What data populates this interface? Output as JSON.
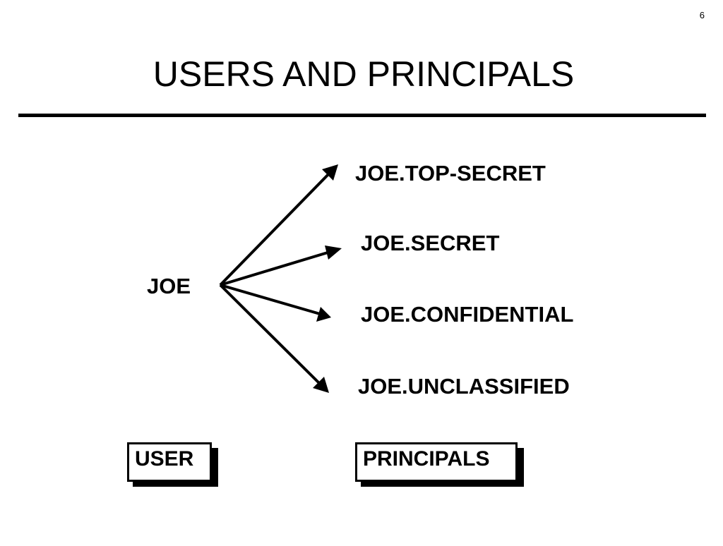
{
  "page": {
    "number": "6"
  },
  "slide": {
    "title": "USERS AND PRINCIPALS"
  },
  "diagram": {
    "source": "JOE",
    "targets": [
      {
        "label": "JOE.TOP-SECRET"
      },
      {
        "label": "JOE.SECRET"
      },
      {
        "label": "JOE.CONFIDENTIAL"
      },
      {
        "label": "JOE.UNCLASSIFIED"
      }
    ],
    "legend": {
      "user_label": "USER",
      "principals_label": "PRINCIPALS"
    }
  },
  "colors": {
    "ink": "#000000",
    "background": "#ffffff"
  }
}
